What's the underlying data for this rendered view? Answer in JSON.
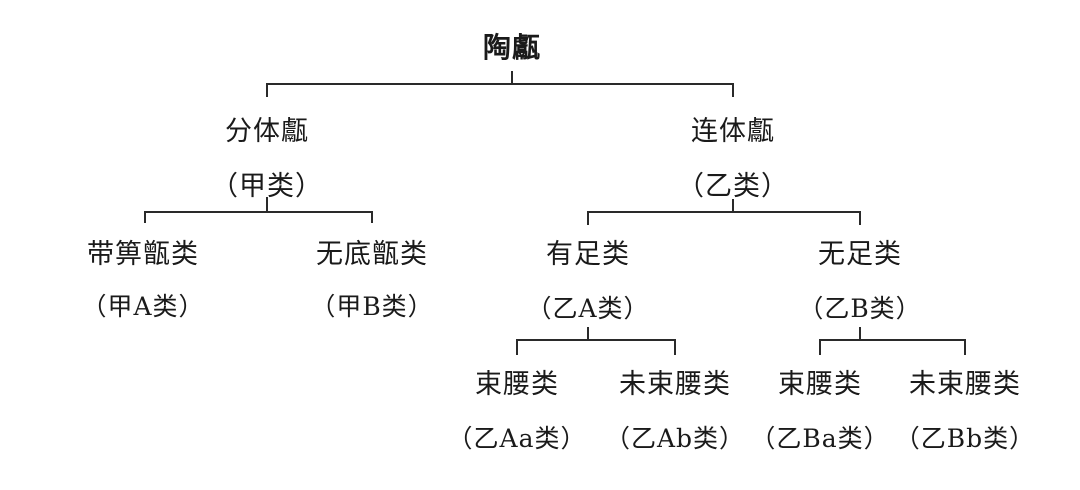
{
  "nodes": {
    "root": {
      "name": "陶甗"
    },
    "fenti": {
      "name": "分体甗",
      "class": "（甲类）"
    },
    "lianti": {
      "name": "连体甗",
      "class": "（乙类）"
    },
    "daibi": {
      "name": "带箅甑类",
      "class": "（甲A类）"
    },
    "wudi": {
      "name": "无底甑类",
      "class": "（甲B类）"
    },
    "youzu": {
      "name": "有足类",
      "class": "（乙A类）"
    },
    "wuzu": {
      "name": "无足类",
      "class": "（乙B类）"
    },
    "shuyao_a": {
      "name": "束腰类",
      "class": "（乙Aa类）"
    },
    "weishuyao_a": {
      "name": "未束腰类",
      "class": "（乙Ab类）"
    },
    "shuyao_b": {
      "name": "束腰类",
      "class": "（乙Ba类）"
    },
    "weishuyao_b": {
      "name": "未束腰类",
      "class": "（乙Bb类）"
    }
  }
}
